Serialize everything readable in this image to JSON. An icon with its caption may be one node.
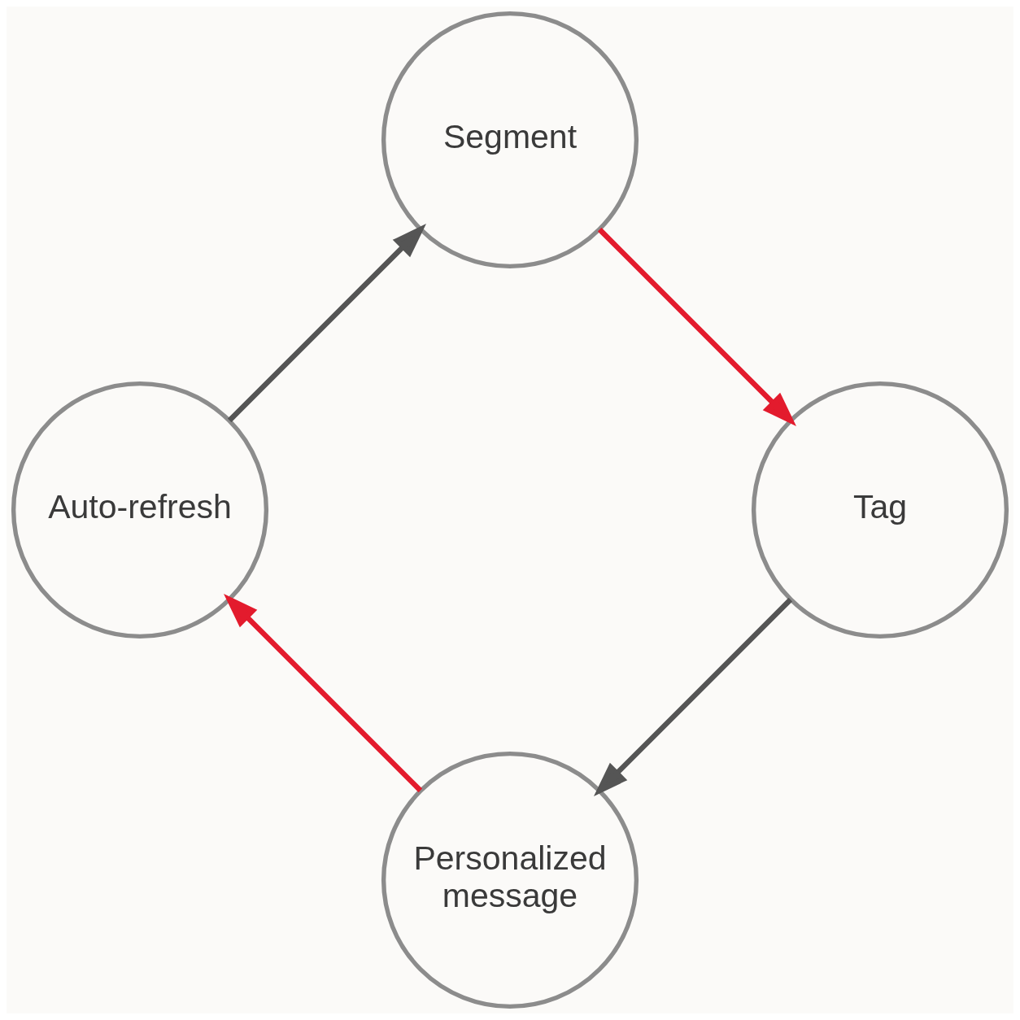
{
  "diagram": {
    "nodes": [
      {
        "text": [
          "Segment"
        ]
      },
      {
        "text": [
          "Tag"
        ]
      },
      {
        "text": [
          "Personalized message"
        ]
      },
      {
        "text": [
          "Auto-refresh"
        ]
      }
    ],
    "edges": [
      {
        "from": 0,
        "to": 1,
        "arrow": "to",
        "color": "#e31b2d"
      },
      {
        "from": 1,
        "to": 2,
        "arrow": "to",
        "color": "#555555"
      },
      {
        "from": 2,
        "to": 3,
        "arrow": "to",
        "color": "#e31b2d"
      },
      {
        "from": 3,
        "to": 0,
        "arrow": "to",
        "color": "#555555"
      }
    ]
  }
}
